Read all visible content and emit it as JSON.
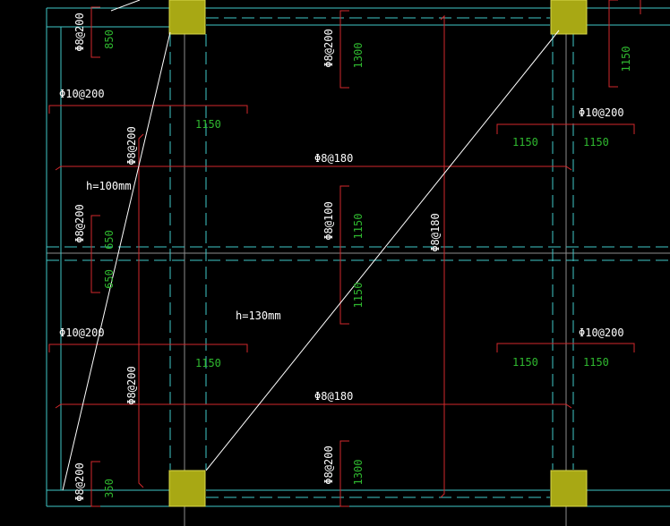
{
  "colors": {
    "background": "#000000",
    "beam_edge": "#3fc8c8",
    "rebar": "#d2282c",
    "column_fill": "#a8a814",
    "column_stroke": "#d8d84a",
    "white_label": "#ffffff",
    "green_label": "#2fb82f",
    "axis": "#8c8c8c",
    "diagonal": "#ffffff"
  },
  "labels": {
    "tl_v_spec": "Φ8@200",
    "tl_v_len": "850",
    "top_mid_v_spec": "Φ8@200",
    "top_mid_v_len": "1300",
    "right_top_len": "1150",
    "left_upper_h_spec": "Φ10@200",
    "left_upper_h_len": "1150",
    "left_upper_v_spec": "Φ8@200",
    "right_upper_h_spec": "Φ10@200",
    "right_upper_len_a": "1150",
    "right_upper_len_b": "1150",
    "upper_long_spec": "Φ8@180",
    "slab1_thickness": "h=100mm",
    "left_mid_v_spec": "Φ8@200",
    "left_mid_len_a": "650",
    "left_mid_len_b": "650",
    "center_v_spec": "Φ8@100",
    "center_len_a": "1150",
    "center_len_b": "1150",
    "vertical_long_spec": "Φ8@180",
    "slab2_thickness": "h=130mm",
    "left_lower_h_spec": "Φ10@200",
    "left_lower_h_len": "1150",
    "left_lower_v_spec": "Φ8@200",
    "right_lower_h_spec": "Φ10@200",
    "right_lower_len_a": "1150",
    "right_lower_len_b": "1150",
    "lower_long_spec": "Φ8@180",
    "bl_v_spec": "Φ8@200",
    "bl_v_len": "350",
    "bottom_mid_v_spec": "Φ8@200",
    "bottom_mid_v_len": "1300"
  }
}
